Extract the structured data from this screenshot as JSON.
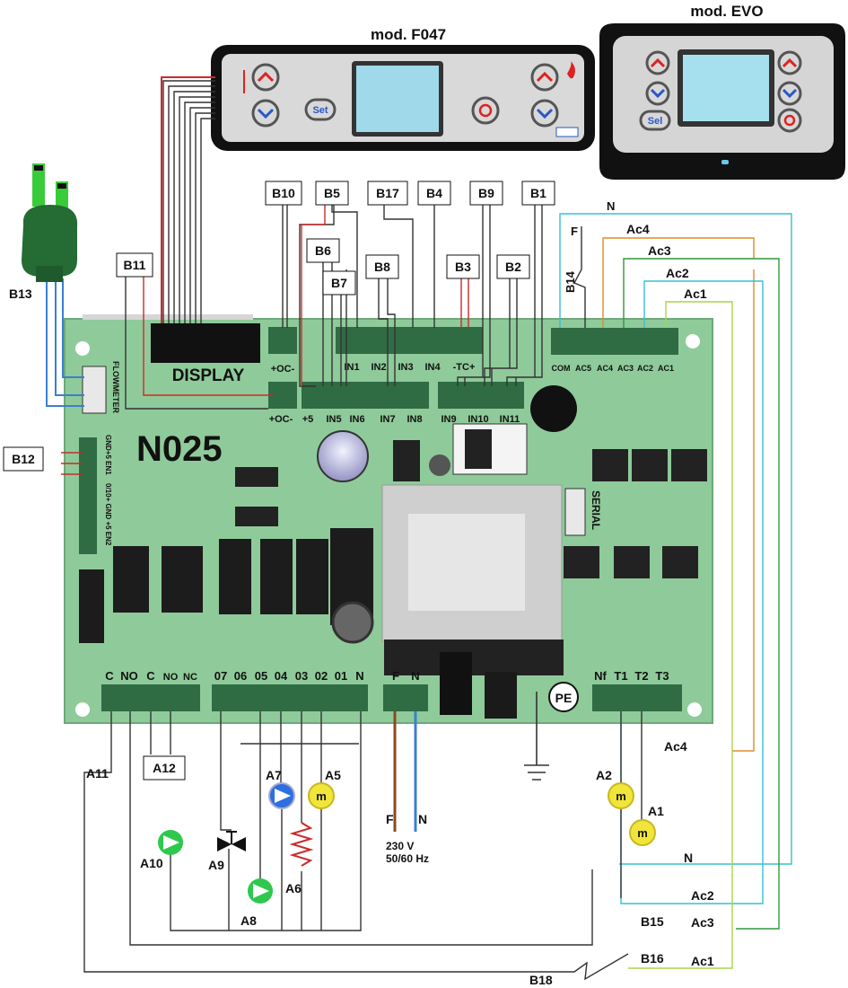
{
  "models": {
    "f047": "mod. F047",
    "evo": "mod. EVO"
  },
  "board": {
    "name": "N025",
    "display": "DISPLAY",
    "flowmeter": "FLOWMETER",
    "serial": "SERIAL",
    "pe": "PE"
  },
  "keys": {
    "set": "Set",
    "sel": "Sel"
  },
  "top_pins": {
    "oc1": "+OC-",
    "in1": "IN1",
    "in2": "IN2",
    "in3": "IN3",
    "in4": "IN4",
    "tc": "-TC+",
    "oc2": "+OC-",
    "p5": "+5",
    "in5": "IN5",
    "in6": "IN6",
    "in7": "IN7",
    "in8": "IN8",
    "in9": "IN9",
    "in10": "IN10",
    "in11": "IN11"
  },
  "ac_pins": {
    "com": "COM",
    "ac5": "AC5",
    "ac4": "AC4",
    "ac3": "AC3",
    "ac2": "AC2",
    "ac1": "AC1"
  },
  "left_pins": {
    "gnd5": "GND+5 EN1",
    "v010": "0/10+ GND +5 EN2"
  },
  "bottom_pins": {
    "c1": "C",
    "no1": "NO",
    "c2": "C",
    "no2": "NO",
    "nc": "NC",
    "o7": "07",
    "o6": "06",
    "o5": "05",
    "o4": "04",
    "o3": "03",
    "o2": "02",
    "o1": "01",
    "n": "N",
    "f": "F",
    "n2": "N",
    "nf": "Nf",
    "t1": "T1",
    "t2": "T2",
    "t3": "T3"
  },
  "boxes": {
    "b10": "B10",
    "b5": "B5",
    "b17": "B17",
    "b4": "B4",
    "b9": "B9",
    "b1": "B1",
    "b6": "B6",
    "b7": "B7",
    "b8": "B8",
    "b3": "B3",
    "b2": "B2",
    "b11": "B11",
    "b12": "B12",
    "a12": "A12"
  },
  "labels": {
    "b13": "B13",
    "b14": "B14",
    "f_top": "F",
    "n_top": "N",
    "ac4_top": "Ac4",
    "ac3_top": "Ac3",
    "ac2_top": "Ac2",
    "ac1_top": "Ac1",
    "a11": "A11",
    "a7": "A7",
    "a5": "A5",
    "a10": "A10",
    "a9": "A9",
    "a8": "A8",
    "a6": "A6",
    "f_low": "F",
    "n_low": "N",
    "supply_v": "230 V",
    "supply_hz": "50/60 Hz",
    "a2": "A2",
    "a1": "A1",
    "ac4_low": "Ac4",
    "n_right": "N",
    "ac2_low": "Ac2",
    "ac3_low": "Ac3",
    "ac1_low": "Ac1",
    "b15": "B15",
    "b16": "B16",
    "b18": "B18",
    "m": "m"
  },
  "colors": {
    "board": "#8fca9a",
    "board_edge": "#6da97a",
    "connector": "#2f6b43",
    "blue_wire": "#3b7fd1",
    "red_wire": "#cc2a2a",
    "brown_wire": "#8b4a1c",
    "orange_wire": "#e08a2a",
    "green_wire": "#2f9a3a",
    "cyan_wire": "#35c0d6",
    "lime_wire": "#a8d44a",
    "motor": "#f0e53a",
    "pump_green": "#2ec84c",
    "pump_blue": "#2d6fe0"
  }
}
